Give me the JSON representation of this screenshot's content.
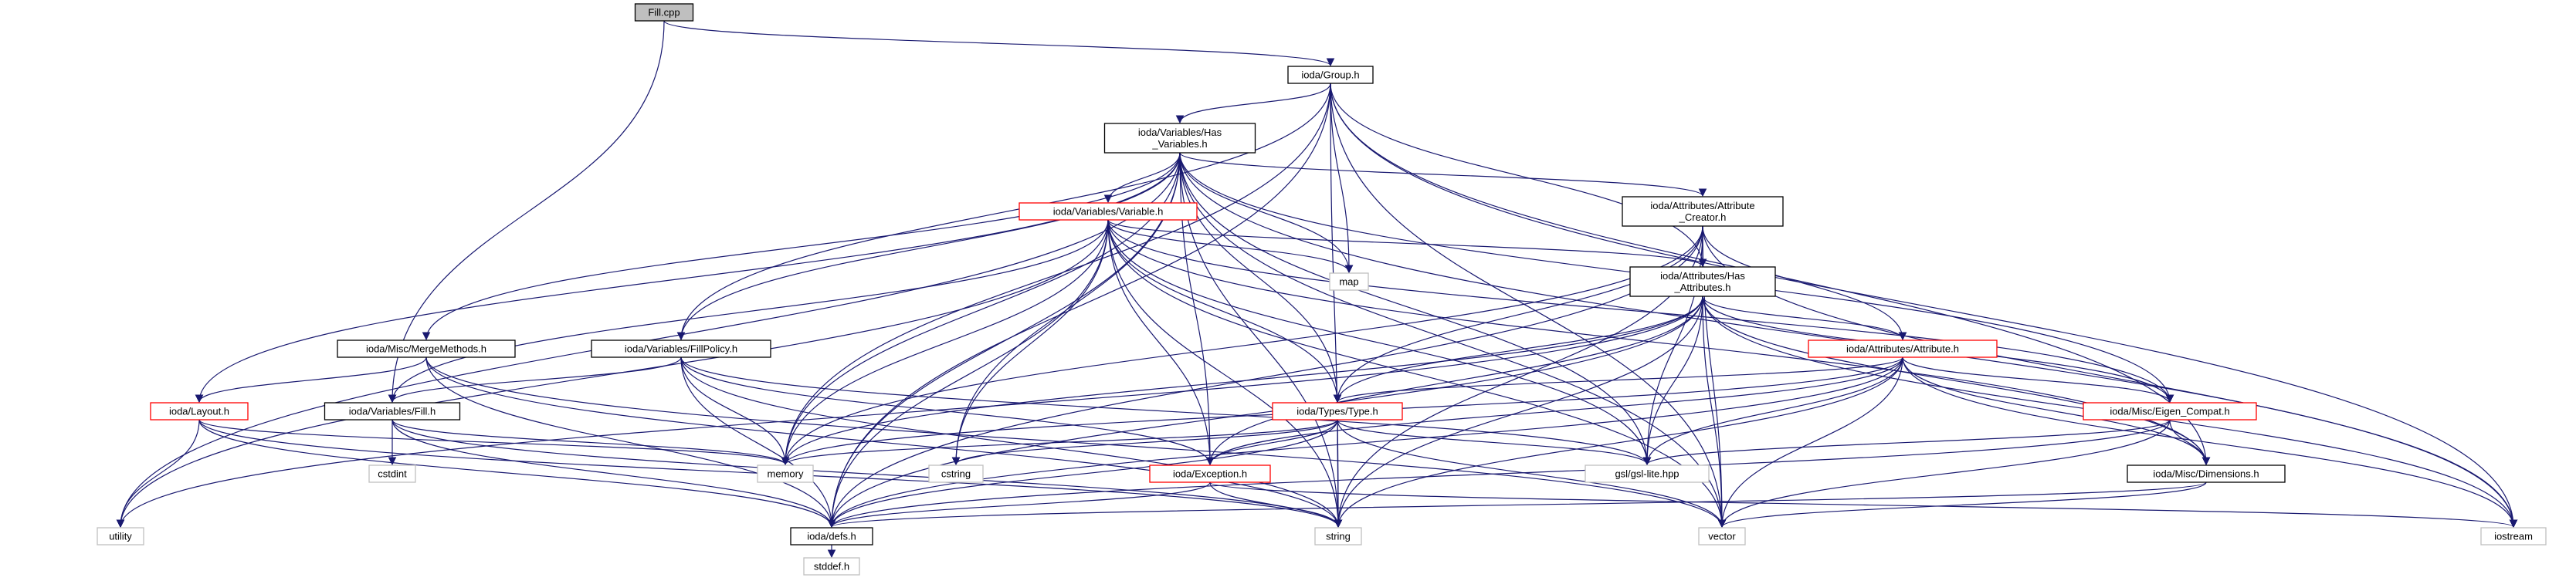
{
  "colors": {
    "edge": "#191970",
    "node_border": "#000000",
    "node_border_incomplete": "#ff0000",
    "node_border_external": "#bfbfbf",
    "root_fill": "#bfbfbf",
    "node_fill": "#ffffff"
  },
  "nodes": [
    {
      "id": "fill_cpp",
      "label": "Fill.cpp",
      "kind": "root"
    },
    {
      "id": "group_h",
      "label": "ioda/Group.h",
      "kind": "normal"
    },
    {
      "id": "has_variables_h",
      "label": "ioda/Variables/Has\n_Variables.h",
      "kind": "normal"
    },
    {
      "id": "variable_h",
      "label": "ioda/Variables/Variable.h",
      "kind": "incomplete"
    },
    {
      "id": "attribute_creator_h",
      "label": "ioda/Attributes/Attribute\n_Creator.h",
      "kind": "normal"
    },
    {
      "id": "map",
      "label": "map",
      "kind": "external"
    },
    {
      "id": "has_attributes_h",
      "label": "ioda/Attributes/Has\n_Attributes.h",
      "kind": "normal"
    },
    {
      "id": "merge_methods_h",
      "label": "ioda/Misc/MergeMethods.h",
      "kind": "normal"
    },
    {
      "id": "fill_policy_h",
      "label": "ioda/Variables/FillPolicy.h",
      "kind": "normal"
    },
    {
      "id": "attribute_h",
      "label": "ioda/Attributes/Attribute.h",
      "kind": "incomplete"
    },
    {
      "id": "layout_h",
      "label": "ioda/Layout.h",
      "kind": "incomplete"
    },
    {
      "id": "fill_h",
      "label": "ioda/Variables/Fill.h",
      "kind": "normal"
    },
    {
      "id": "type_h",
      "label": "ioda/Types/Type.h",
      "kind": "incomplete"
    },
    {
      "id": "eigen_compat_h",
      "label": "ioda/Misc/Eigen_Compat.h",
      "kind": "incomplete"
    },
    {
      "id": "cstdint",
      "label": "cstdint",
      "kind": "external"
    },
    {
      "id": "memory",
      "label": "memory",
      "kind": "external"
    },
    {
      "id": "cstring",
      "label": "cstring",
      "kind": "external"
    },
    {
      "id": "exception_h",
      "label": "ioda/Exception.h",
      "kind": "incomplete"
    },
    {
      "id": "gsl_lite_hpp",
      "label": "gsl/gsl-lite.hpp",
      "kind": "external"
    },
    {
      "id": "dimensions_h",
      "label": "ioda/Misc/Dimensions.h",
      "kind": "normal"
    },
    {
      "id": "utility",
      "label": "utility",
      "kind": "external"
    },
    {
      "id": "defs_h",
      "label": "ioda/defs.h",
      "kind": "normal"
    },
    {
      "id": "string",
      "label": "string",
      "kind": "external"
    },
    {
      "id": "vector",
      "label": "vector",
      "kind": "external"
    },
    {
      "id": "iostream",
      "label": "iostream",
      "kind": "external"
    },
    {
      "id": "stddef_h",
      "label": "stddef.h",
      "kind": "external"
    }
  ],
  "edges": [
    [
      "fill_cpp",
      "group_h"
    ],
    [
      "fill_cpp",
      "fill_h"
    ],
    [
      "group_h",
      "has_variables_h"
    ],
    [
      "group_h",
      "has_attributes_h"
    ],
    [
      "group_h",
      "map"
    ],
    [
      "group_h",
      "fill_policy_h"
    ],
    [
      "group_h",
      "defs_h"
    ],
    [
      "group_h",
      "memory"
    ],
    [
      "group_h",
      "vector"
    ],
    [
      "group_h",
      "string"
    ],
    [
      "group_h",
      "iostream"
    ],
    [
      "group_h",
      "dimensions_h"
    ],
    [
      "has_variables_h",
      "variable_h"
    ],
    [
      "has_variables_h",
      "attribute_creator_h"
    ],
    [
      "has_variables_h",
      "map"
    ],
    [
      "has_variables_h",
      "merge_methods_h"
    ],
    [
      "has_variables_h",
      "fill_policy_h"
    ],
    [
      "has_variables_h",
      "layout_h"
    ],
    [
      "has_variables_h",
      "type_h"
    ],
    [
      "has_variables_h",
      "eigen_compat_h"
    ],
    [
      "has_variables_h",
      "memory"
    ],
    [
      "has_variables_h",
      "cstring"
    ],
    [
      "has_variables_h",
      "exception_h"
    ],
    [
      "has_variables_h",
      "gsl_lite_hpp"
    ],
    [
      "has_variables_h",
      "utility"
    ],
    [
      "has_variables_h",
      "defs_h"
    ],
    [
      "has_variables_h",
      "string"
    ],
    [
      "has_variables_h",
      "vector"
    ],
    [
      "has_variables_h",
      "iostream"
    ],
    [
      "variable_h",
      "has_attributes_h"
    ],
    [
      "variable_h",
      "map"
    ],
    [
      "variable_h",
      "fill_h"
    ],
    [
      "variable_h",
      "type_h"
    ],
    [
      "variable_h",
      "eigen_compat_h"
    ],
    [
      "variable_h",
      "memory"
    ],
    [
      "variable_h",
      "cstring"
    ],
    [
      "variable_h",
      "exception_h"
    ],
    [
      "variable_h",
      "gsl_lite_hpp"
    ],
    [
      "variable_h",
      "dimensions_h"
    ],
    [
      "variable_h",
      "utility"
    ],
    [
      "variable_h",
      "defs_h"
    ],
    [
      "variable_h",
      "string"
    ],
    [
      "variable_h",
      "vector"
    ],
    [
      "attribute_creator_h",
      "has_attributes_h"
    ],
    [
      "attribute_creator_h",
      "attribute_h"
    ],
    [
      "attribute_creator_h",
      "type_h"
    ],
    [
      "attribute_creator_h",
      "memory"
    ],
    [
      "attribute_creator_h",
      "gsl_lite_hpp"
    ],
    [
      "attribute_creator_h",
      "defs_h"
    ],
    [
      "attribute_creator_h",
      "string"
    ],
    [
      "attribute_creator_h",
      "vector"
    ],
    [
      "attribute_creator_h",
      "iostream"
    ],
    [
      "has_attributes_h",
      "attribute_h"
    ],
    [
      "has_attributes_h",
      "type_h"
    ],
    [
      "has_attributes_h",
      "eigen_compat_h"
    ],
    [
      "has_attributes_h",
      "memory"
    ],
    [
      "has_attributes_h",
      "exception_h"
    ],
    [
      "has_attributes_h",
      "gsl_lite_hpp"
    ],
    [
      "has_attributes_h",
      "dimensions_h"
    ],
    [
      "has_attributes_h",
      "utility"
    ],
    [
      "has_attributes_h",
      "defs_h"
    ],
    [
      "has_attributes_h",
      "string"
    ],
    [
      "has_attributes_h",
      "vector"
    ],
    [
      "has_attributes_h",
      "iostream"
    ],
    [
      "merge_methods_h",
      "layout_h"
    ],
    [
      "merge_methods_h",
      "defs_h"
    ],
    [
      "merge_methods_h",
      "string"
    ],
    [
      "merge_methods_h",
      "vector"
    ],
    [
      "fill_policy_h",
      "fill_h"
    ],
    [
      "fill_policy_h",
      "exception_h"
    ],
    [
      "fill_policy_h",
      "gsl_lite_hpp"
    ],
    [
      "fill_policy_h",
      "memory"
    ],
    [
      "fill_policy_h",
      "defs_h"
    ],
    [
      "fill_policy_h",
      "string"
    ],
    [
      "attribute_h",
      "type_h"
    ],
    [
      "attribute_h",
      "eigen_compat_h"
    ],
    [
      "attribute_h",
      "dimensions_h"
    ],
    [
      "attribute_h",
      "memory"
    ],
    [
      "attribute_h",
      "exception_h"
    ],
    [
      "attribute_h",
      "gsl_lite_hpp"
    ],
    [
      "attribute_h",
      "defs_h"
    ],
    [
      "attribute_h",
      "string"
    ],
    [
      "attribute_h",
      "vector"
    ],
    [
      "attribute_h",
      "iostream"
    ],
    [
      "layout_h",
      "memory"
    ],
    [
      "layout_h",
      "utility"
    ],
    [
      "layout_h",
      "defs_h"
    ],
    [
      "layout_h",
      "string"
    ],
    [
      "fill_h",
      "cstdint"
    ],
    [
      "fill_h",
      "memory"
    ],
    [
      "fill_h",
      "defs_h"
    ],
    [
      "fill_h",
      "string"
    ],
    [
      "type_h",
      "memory"
    ],
    [
      "type_h",
      "cstring"
    ],
    [
      "type_h",
      "exception_h"
    ],
    [
      "type_h",
      "gsl_lite_hpp"
    ],
    [
      "type_h",
      "defs_h"
    ],
    [
      "type_h",
      "string"
    ],
    [
      "type_h",
      "vector"
    ],
    [
      "eigen_compat_h",
      "dimensions_h"
    ],
    [
      "eigen_compat_h",
      "gsl_lite_hpp"
    ],
    [
      "eigen_compat_h",
      "defs_h"
    ],
    [
      "eigen_compat_h",
      "vector"
    ],
    [
      "exception_h",
      "defs_h"
    ],
    [
      "exception_h",
      "string"
    ],
    [
      "exception_h",
      "iostream"
    ],
    [
      "dimensions_h",
      "defs_h"
    ],
    [
      "dimensions_h",
      "vector"
    ],
    [
      "defs_h",
      "stddef_h"
    ]
  ]
}
